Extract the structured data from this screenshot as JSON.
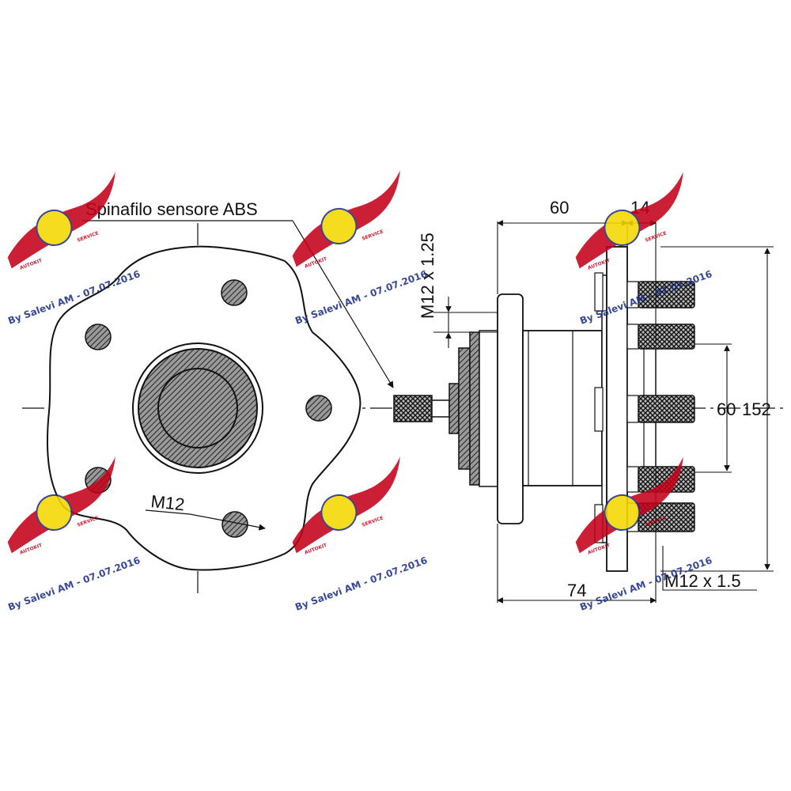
{
  "labels": {
    "abs_pin": "Spinafilo sensore ABS",
    "thread_left": "M12",
    "thread_side": "M12 x 1.25",
    "thread_bolt": "M12 x 1.5"
  },
  "dimensions": {
    "d60_top": "60",
    "d14": "14",
    "d74": "74",
    "d60_vert": "60",
    "d152": "152"
  },
  "watermark": {
    "text": "By Salevi AM - 07.07.2016",
    "logo_text": "AUTOKIT",
    "logo_sub": "SERVICE"
  },
  "colors": {
    "line": "#111111",
    "hatch": "#333333",
    "watermark_red": "#c4001a",
    "watermark_yellow": "#f5d800",
    "watermark_blue": "#1c2e8a"
  }
}
